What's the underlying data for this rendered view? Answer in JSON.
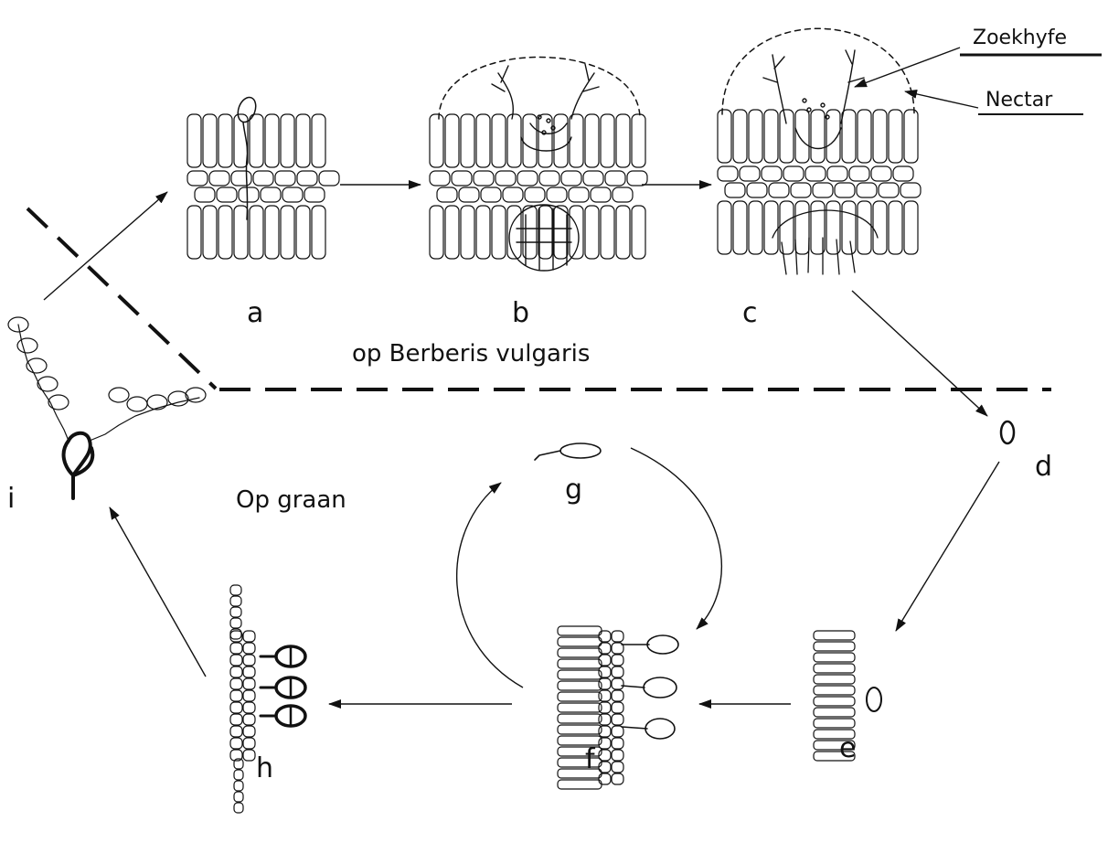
{
  "labels": {
    "a": "a",
    "b": "b",
    "c": "c",
    "d": "d",
    "e": "e",
    "f": "f",
    "g": "g",
    "h": "h",
    "i": "i"
  },
  "regions": {
    "top": "op Berberis vulgaris",
    "bottom": "Op graan"
  },
  "annotations": {
    "search_hypha": "Zoekhyfe",
    "nectar": "Nectar"
  }
}
